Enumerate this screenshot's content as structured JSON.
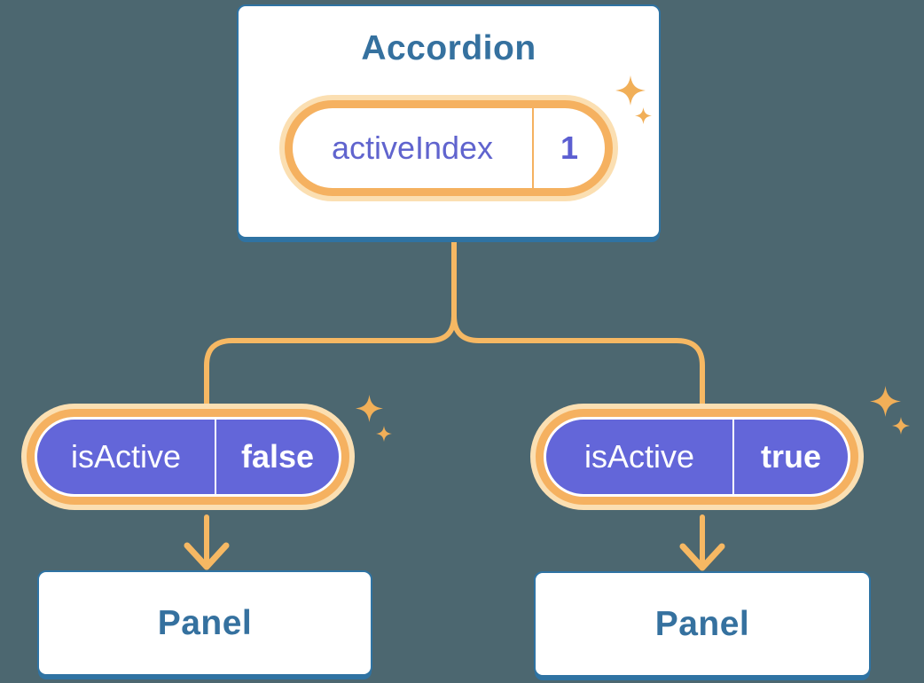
{
  "canvas": {
    "background": "#4C6770"
  },
  "accordion": {
    "title": "Accordion",
    "state": {
      "name": "activeIndex",
      "value": "1"
    }
  },
  "children": [
    {
      "prop_name": "isActive",
      "prop_value": "false",
      "panel_title": "Panel"
    },
    {
      "prop_name": "isActive",
      "prop_value": "true",
      "panel_title": "Panel"
    }
  ],
  "icons": {
    "sparkle": "✦"
  },
  "colors": {
    "background": "#4C6770",
    "box_border_blue": "#2F73A3",
    "box_text_blue": "#35719F",
    "connector_orange": "#F6B863",
    "pill_border_orange": "#F5B160",
    "pill_glow_orange": "#FBDFB2",
    "purple_fill": "#6366D9",
    "purple_text": "#6064CE",
    "purple_value_text": "#5B5ED1",
    "sparkle_orange": "#F1AF58",
    "white": "#FFFFFF"
  }
}
